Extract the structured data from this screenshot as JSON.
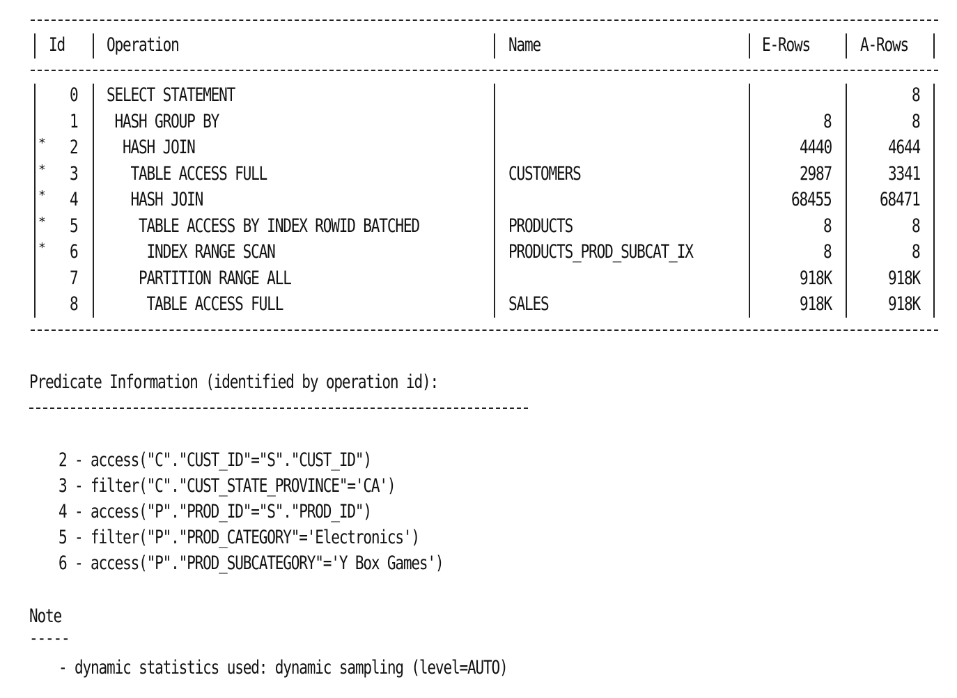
{
  "plan": {
    "headers": {
      "id": "Id",
      "operation": "Operation",
      "name": "Name",
      "erows": "E-Rows",
      "arows": "A-Rows"
    },
    "rows": [
      {
        "pred": "",
        "id": "0",
        "operation": "SELECT STATEMENT",
        "name": "",
        "erows": "",
        "arows": "8"
      },
      {
        "pred": "",
        "id": "1",
        "operation": " HASH GROUP BY",
        "name": "",
        "erows": "8",
        "arows": "8"
      },
      {
        "pred": "*",
        "id": "2",
        "operation": "  HASH JOIN",
        "name": "",
        "erows": "4440",
        "arows": "4644"
      },
      {
        "pred": "*",
        "id": "3",
        "operation": "   TABLE ACCESS FULL",
        "name": "CUSTOMERS",
        "erows": "2987",
        "arows": "3341"
      },
      {
        "pred": "*",
        "id": "4",
        "operation": "   HASH JOIN",
        "name": "",
        "erows": "68455",
        "arows": "68471"
      },
      {
        "pred": "*",
        "id": "5",
        "operation": "    TABLE ACCESS BY INDEX ROWID BATCHED",
        "name": "PRODUCTS",
        "erows": "8",
        "arows": "8"
      },
      {
        "pred": "*",
        "id": "6",
        "operation": "     INDEX RANGE SCAN",
        "name": "PRODUCTS_PROD_SUBCAT_IX",
        "erows": "8",
        "arows": "8"
      },
      {
        "pred": "",
        "id": "7",
        "operation": "    PARTITION RANGE ALL",
        "name": "",
        "erows": "918K",
        "arows": "918K"
      },
      {
        "pred": "",
        "id": "8",
        "operation": "     TABLE ACCESS FULL",
        "name": "SALES",
        "erows": "918K",
        "arows": "918K"
      }
    ]
  },
  "predicate": {
    "heading": "Predicate Information (identified by operation id):",
    "lines": [
      "2 - access(\"C\".\"CUST_ID\"=\"S\".\"CUST_ID\")",
      "3 - filter(\"C\".\"CUST_STATE_PROVINCE\"='CA')",
      "4 - access(\"P\".\"PROD_ID\"=\"S\".\"PROD_ID\")",
      "5 - filter(\"P\".\"PROD_CATEGORY\"='Electronics')",
      "6 - access(\"P\".\"PROD_SUBCATEGORY\"='Y Box Games')"
    ]
  },
  "note": {
    "heading": "Note",
    "underline": "-----",
    "line": "- dynamic statistics used: dynamic sampling (level=AUTO)"
  }
}
